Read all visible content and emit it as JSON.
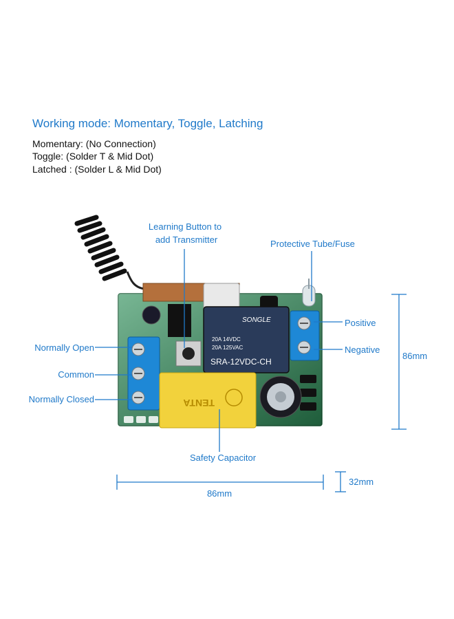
{
  "header": {
    "title": "Working mode: Momentary, Toggle, Latching",
    "modes": [
      "Momentary: (No Connection)",
      "Toggle: (Solder T & Mid Dot)",
      "Latched : (Solder L & Mid Dot)"
    ]
  },
  "labels": {
    "learning_button": [
      "Learning Button to",
      "add Transmitter"
    ],
    "fuse": "Protective Tube/Fuse",
    "positive": "Positive",
    "negative": "Negative",
    "normally_open": "Normally Open",
    "common": "Common",
    "normally_closed": "Normally Closed",
    "safety_capacitor": "Safety Capacitor"
  },
  "dimensions": {
    "height": "86mm",
    "width": "86mm",
    "thickness": "32mm"
  },
  "relay": {
    "brand": "SONGLE",
    "rating1": "20A  14VDC",
    "rating2": "20A  125VAC",
    "model": "SRA-12VDC-CH"
  },
  "capacitor": {
    "brand": "TENTA"
  },
  "colors": {
    "accent": "#1f79c9",
    "pcb": "#2f8f5a",
    "terminal": "#1e88d6",
    "capacitor": "#f2d23c",
    "relay": "#2a3b5a"
  }
}
